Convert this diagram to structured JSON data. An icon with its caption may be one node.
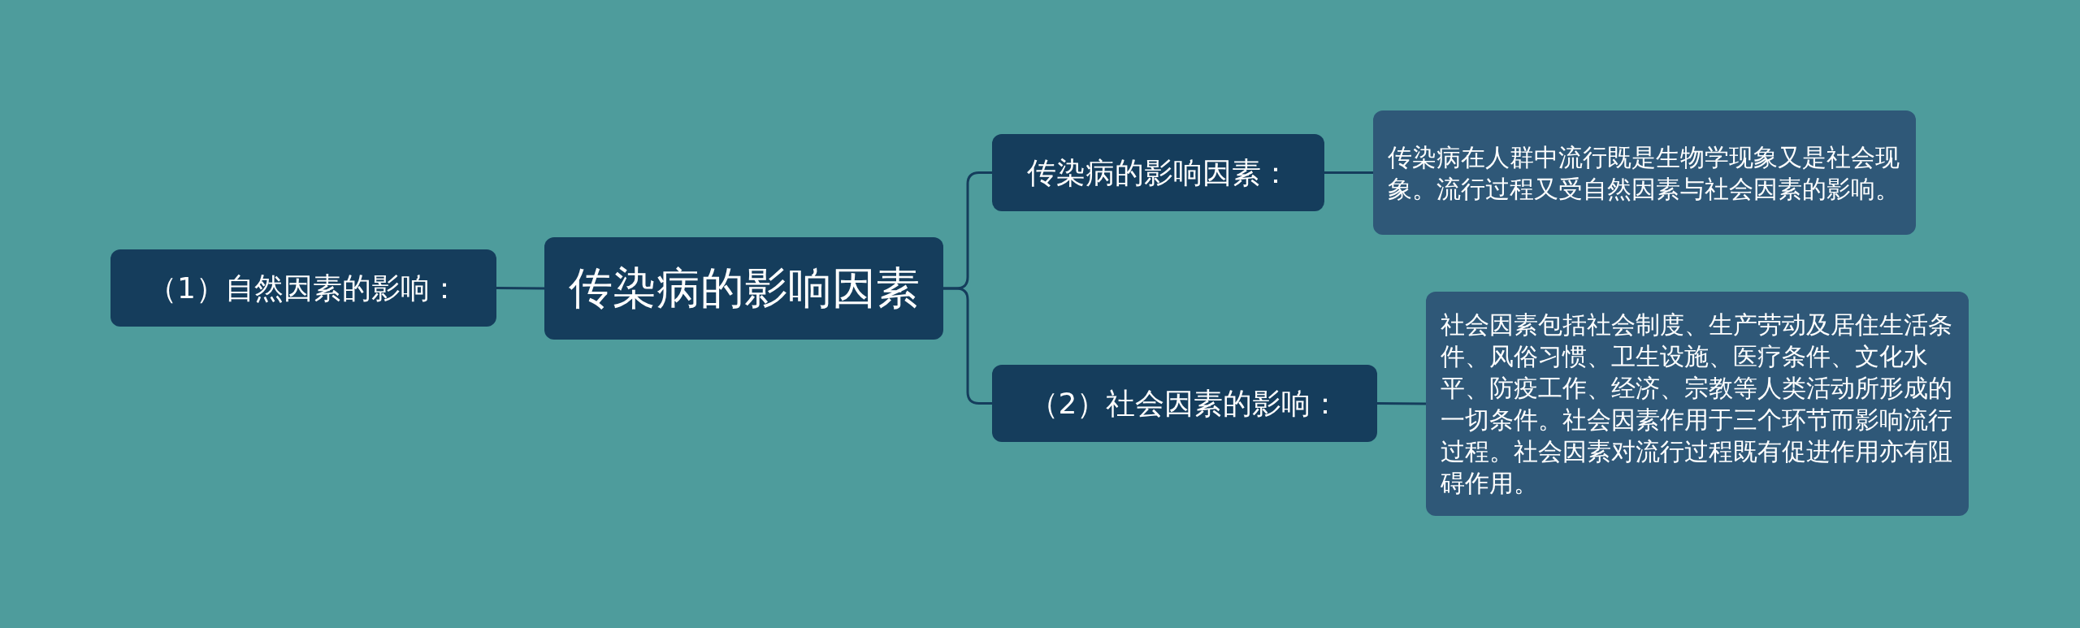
{
  "diagram": {
    "nodes": [
      {
        "text": [
          "传染病的影响因素"
        ]
      },
      {
        "text": [
          "（1）自然因素的影响："
        ]
      },
      {
        "text": [
          "传染病的影响因素："
        ]
      },
      {
        "text": [
          "传染病在人群中流行既是生物学现象又是社会现象。流行过程又受自然因素与社会因素的影响。"
        ]
      },
      {
        "text": [
          "（2）社会因素的影响："
        ]
      },
      {
        "text": [
          "社会因素包括社会制度、生产劳动及居住生活条件、风俗习惯、卫生设施、医疗条件、文化水平、防疫工作、经济、宗教等人类活动所形成的一切条件。社会因素作用于三个环节而影响流行过程。社会因素对流行过程既有促进作用亦有阻碍作用。"
        ]
      }
    ],
    "edges": [
      {
        "from": 0,
        "to": 1,
        "arrow": "none"
      },
      {
        "from": 0,
        "to": 2,
        "arrow": "none"
      },
      {
        "from": 2,
        "to": 3,
        "arrow": "none"
      },
      {
        "from": 0,
        "to": 4,
        "arrow": "none"
      },
      {
        "from": 4,
        "to": 5,
        "arrow": "none"
      }
    ]
  }
}
